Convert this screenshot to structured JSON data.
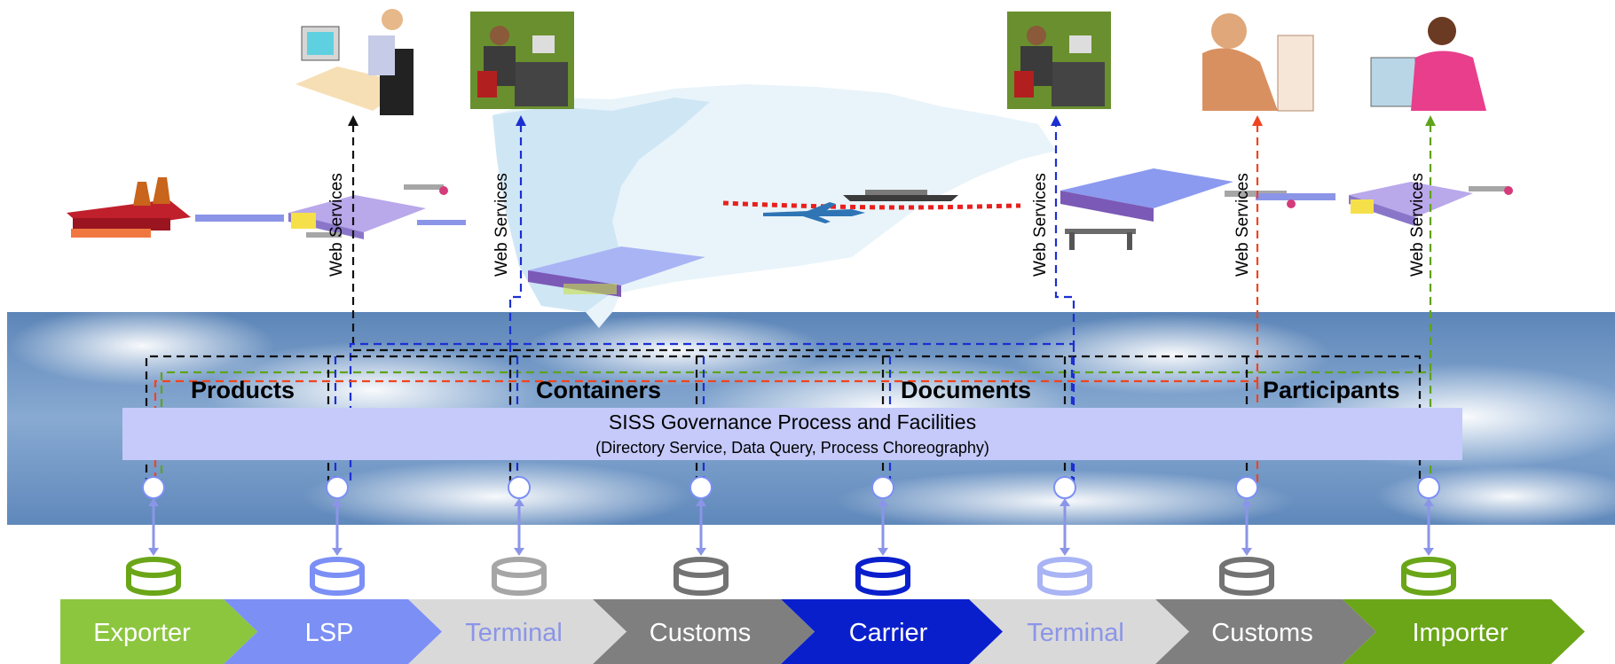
{
  "categories": {
    "products": "Products",
    "containers": "Containers",
    "documents": "Documents",
    "participants": "Participants"
  },
  "governance": {
    "title": "SISS Governance Process and Facilities",
    "subtitle": "(Directory Service, Data Query, Process Choreography)"
  },
  "web_services_label": "Web Services",
  "chain": [
    {
      "label": "Exporter",
      "color": "#8cc63f",
      "text_color": "#ffffff",
      "db_color": "#6aa618"
    },
    {
      "label": "LSP",
      "color": "#7b8ff5",
      "text_color": "#ffffff",
      "db_color": "#7b8ff5"
    },
    {
      "label": "Terminal",
      "color": "#d9d9d9",
      "text_color": "#8b95e8",
      "db_color": "#a6a6a6"
    },
    {
      "label": "Customs",
      "color": "#7f7f7f",
      "text_color": "#ffffff",
      "db_color": "#737373"
    },
    {
      "label": "Carrier",
      "color": "#0a1fcc",
      "text_color": "#ffffff",
      "db_color": "#0a1fcc"
    },
    {
      "label": "Terminal",
      "color": "#d9d9d9",
      "text_color": "#8b95e8",
      "db_color": "#a9b4f5"
    },
    {
      "label": "Customs",
      "color": "#7f7f7f",
      "text_color": "#ffffff",
      "db_color": "#737373"
    },
    {
      "label": "Importer",
      "color": "#6aa618",
      "text_color": "#ffffff",
      "db_color": "#6aa618"
    }
  ],
  "colors": {
    "governance_bar": "#c5cafa",
    "sky": "#6f96c4",
    "map": "#cfe6f5"
  }
}
